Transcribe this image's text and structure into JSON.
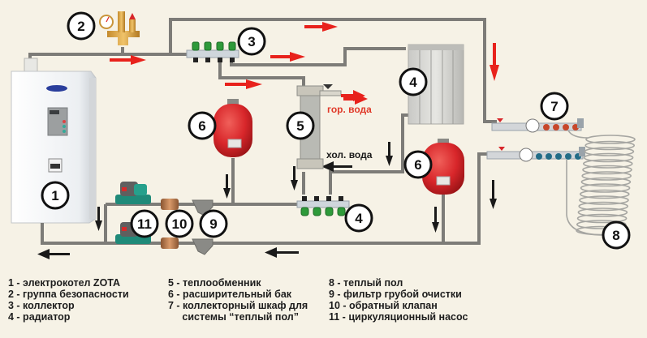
{
  "colors": {
    "background": "#f6f2e6",
    "pipe": "#7d7c78",
    "supply_arrow": "#e8221c",
    "return_arrow": "#1a1a1a",
    "tank": "#d8262a",
    "hot_water_label": "#e03a2a",
    "cold_water_label": "#1a1a1a"
  },
  "components": [
    {
      "number": "1",
      "icon": "electric-boiler-icon"
    },
    {
      "number": "2",
      "icon": "safety-group-icon"
    },
    {
      "number": "3",
      "icon": "manifold-icon"
    },
    {
      "number": "4",
      "icon": "radiator-icon"
    },
    {
      "number": "4",
      "icon": "manifold-icon"
    },
    {
      "number": "5",
      "icon": "heat-exchanger-icon"
    },
    {
      "number": "6",
      "icon": "expansion-tank-icon"
    },
    {
      "number": "6",
      "icon": "expansion-tank-icon"
    },
    {
      "number": "7",
      "icon": "floor-manifold-icon"
    },
    {
      "number": "8",
      "icon": "floor-coil-icon"
    },
    {
      "number": "9",
      "icon": "strainer-icon"
    },
    {
      "number": "10",
      "icon": "check-valve-icon"
    },
    {
      "number": "11",
      "icon": "circulation-pump-icon"
    }
  ],
  "flow_labels": {
    "hot_water": "гор. вода",
    "cold_water": "хол. вода"
  },
  "boiler_brand": "ZOTA",
  "legend": {
    "col1": [
      "1 - электрокотел ZOTA",
      "2 - группа безопасности",
      "3 - коллектор",
      "4 - радиатор"
    ],
    "col2": [
      "5 - теплообменник",
      "6 - расширительный бак",
      "7 - коллекторный шкаф для",
      "     системы “теплый пол”"
    ],
    "col3": [
      "8 - теплый пол",
      "9 - фильтр грубой очистки",
      "10 - обратный клапан",
      "11 - циркуляционный насос"
    ]
  }
}
